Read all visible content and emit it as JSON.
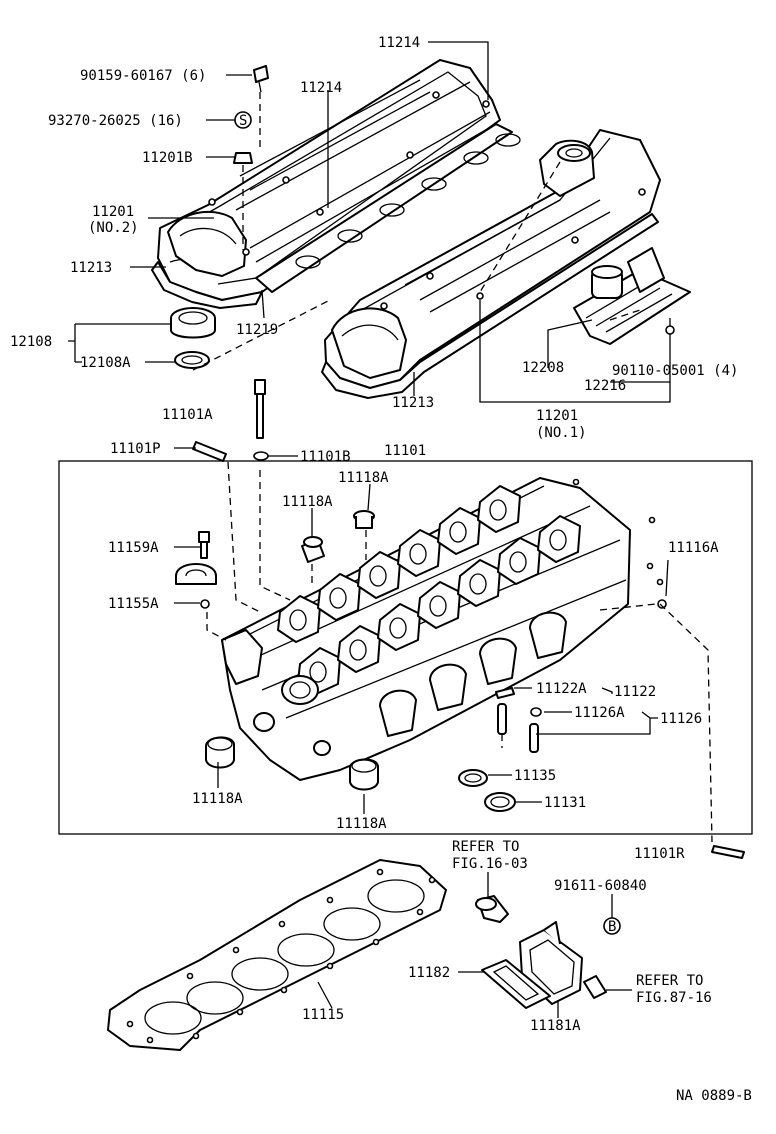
{
  "diagram_id": "NA 0889-B",
  "callouts": {
    "c90159": "90159-60167 (6)",
    "c93270": "93270-26025 (16)",
    "c11201B": "11201B",
    "c11214a": "11214",
    "c11214b": "11214",
    "c11201no2a": "11201",
    "c11201no2b": "(NO.2)",
    "c11213a": "11213",
    "c11219": "11219",
    "c12108": "12108",
    "c12108A": "12108A",
    "c12208": "12208",
    "c12216": "12216",
    "c90110": "90110-05001 (4)",
    "c11213b": "11213",
    "c11201no1a": "11201",
    "c11201no1b": "(NO.1)",
    "c11101A": "11101A",
    "c11101P": "11101P",
    "c11101B": "11101B",
    "c11101": "11101",
    "c11118A_a": "11118A",
    "c11118A_b": "11118A",
    "c11159A": "11159A",
    "c11155A": "11155A",
    "c11116A": "11116A",
    "c11122A": "11122A",
    "c11122": "11122",
    "c11126A": "11126A",
    "c11126": "11126",
    "c11135": "11135",
    "c11131": "11131",
    "c11118A_c": "11118A",
    "c11118A_d": "11118A",
    "c11101R": "11101R",
    "cRefer1a": "REFER TO",
    "cRefer1b": "FIG.16-03",
    "c91611": "91611-60840",
    "c11182": "11182",
    "c11115": "11115",
    "c11181A": "11181A",
    "cRefer2a": "REFER TO",
    "cRefer2b": "FIG.87-16"
  },
  "symbols": {
    "washer_s": "S",
    "washer_b": "B"
  }
}
